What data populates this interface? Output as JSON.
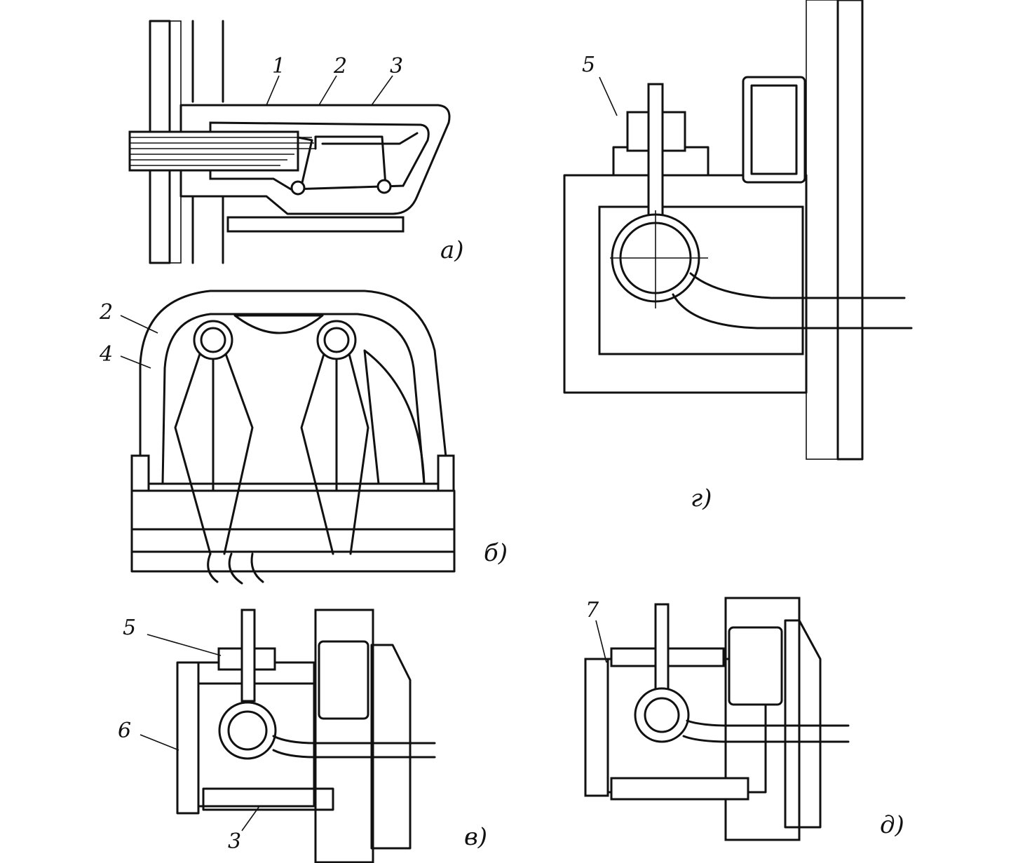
{
  "panels": {
    "a": {
      "label": "а)",
      "callouts": [
        "1",
        "2",
        "3"
      ]
    },
    "b": {
      "label": "б)",
      "callouts": [
        "2",
        "4"
      ]
    },
    "v": {
      "label": "в)",
      "callouts": [
        "5",
        "6",
        "3"
      ]
    },
    "g": {
      "label": "г)",
      "callouts": [
        "5"
      ]
    },
    "d": {
      "label": "д)",
      "callouts": [
        "7"
      ]
    }
  },
  "colors": {
    "ink": "#111111",
    "paper": "#ffffff"
  }
}
